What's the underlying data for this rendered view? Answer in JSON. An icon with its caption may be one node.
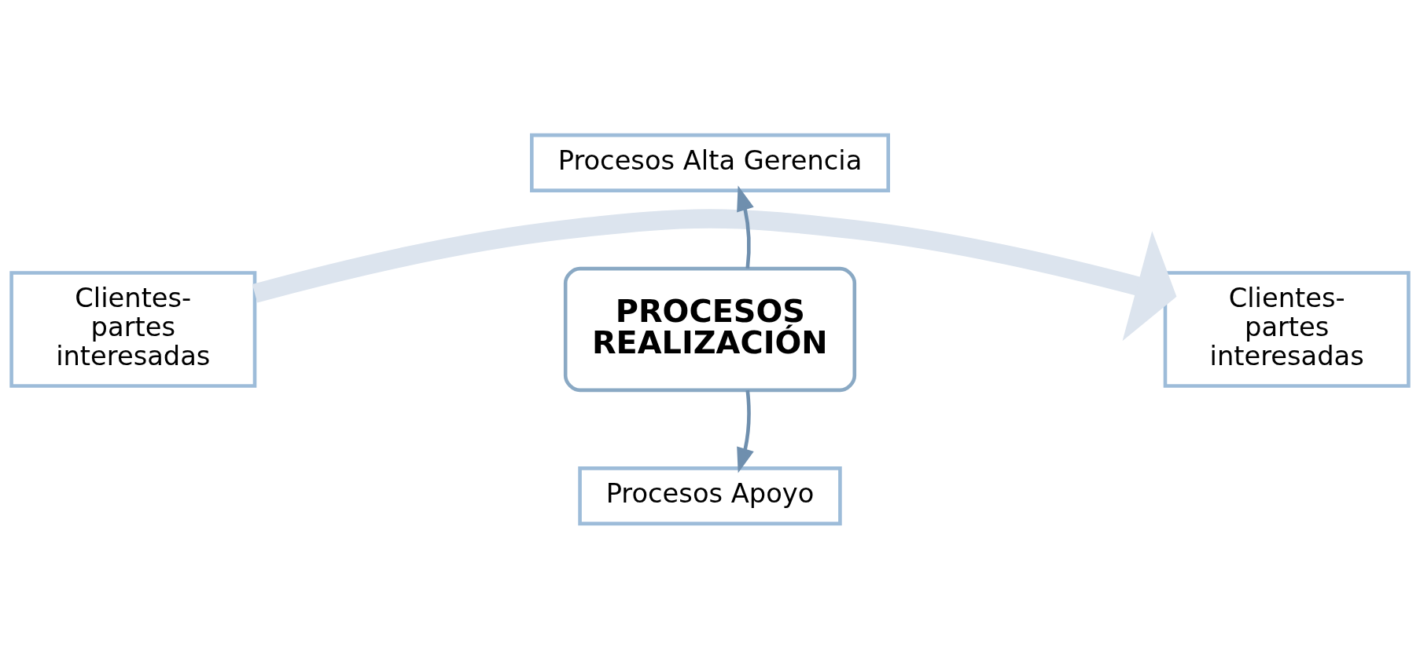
{
  "diagram": {
    "nodes": [
      {
        "text": [
          "Procesos Alta Gerencia"
        ]
      },
      {
        "text": [
          "Clientes- partes interesadas"
        ]
      },
      {
        "text": [
          "PROCESOS REALIZACIÓN"
        ]
      },
      {
        "text": [
          "Clientes- partes interesadas"
        ]
      },
      {
        "text": [
          "Procesos Apoyo"
        ]
      }
    ],
    "edges": [
      {
        "from": 1,
        "to": 3,
        "arrow": "to",
        "style": "thick",
        "color": "#dce4ee"
      },
      {
        "from": 2,
        "to": 0,
        "arrow": "to"
      },
      {
        "from": 2,
        "to": 4,
        "arrow": "to"
      }
    ]
  }
}
